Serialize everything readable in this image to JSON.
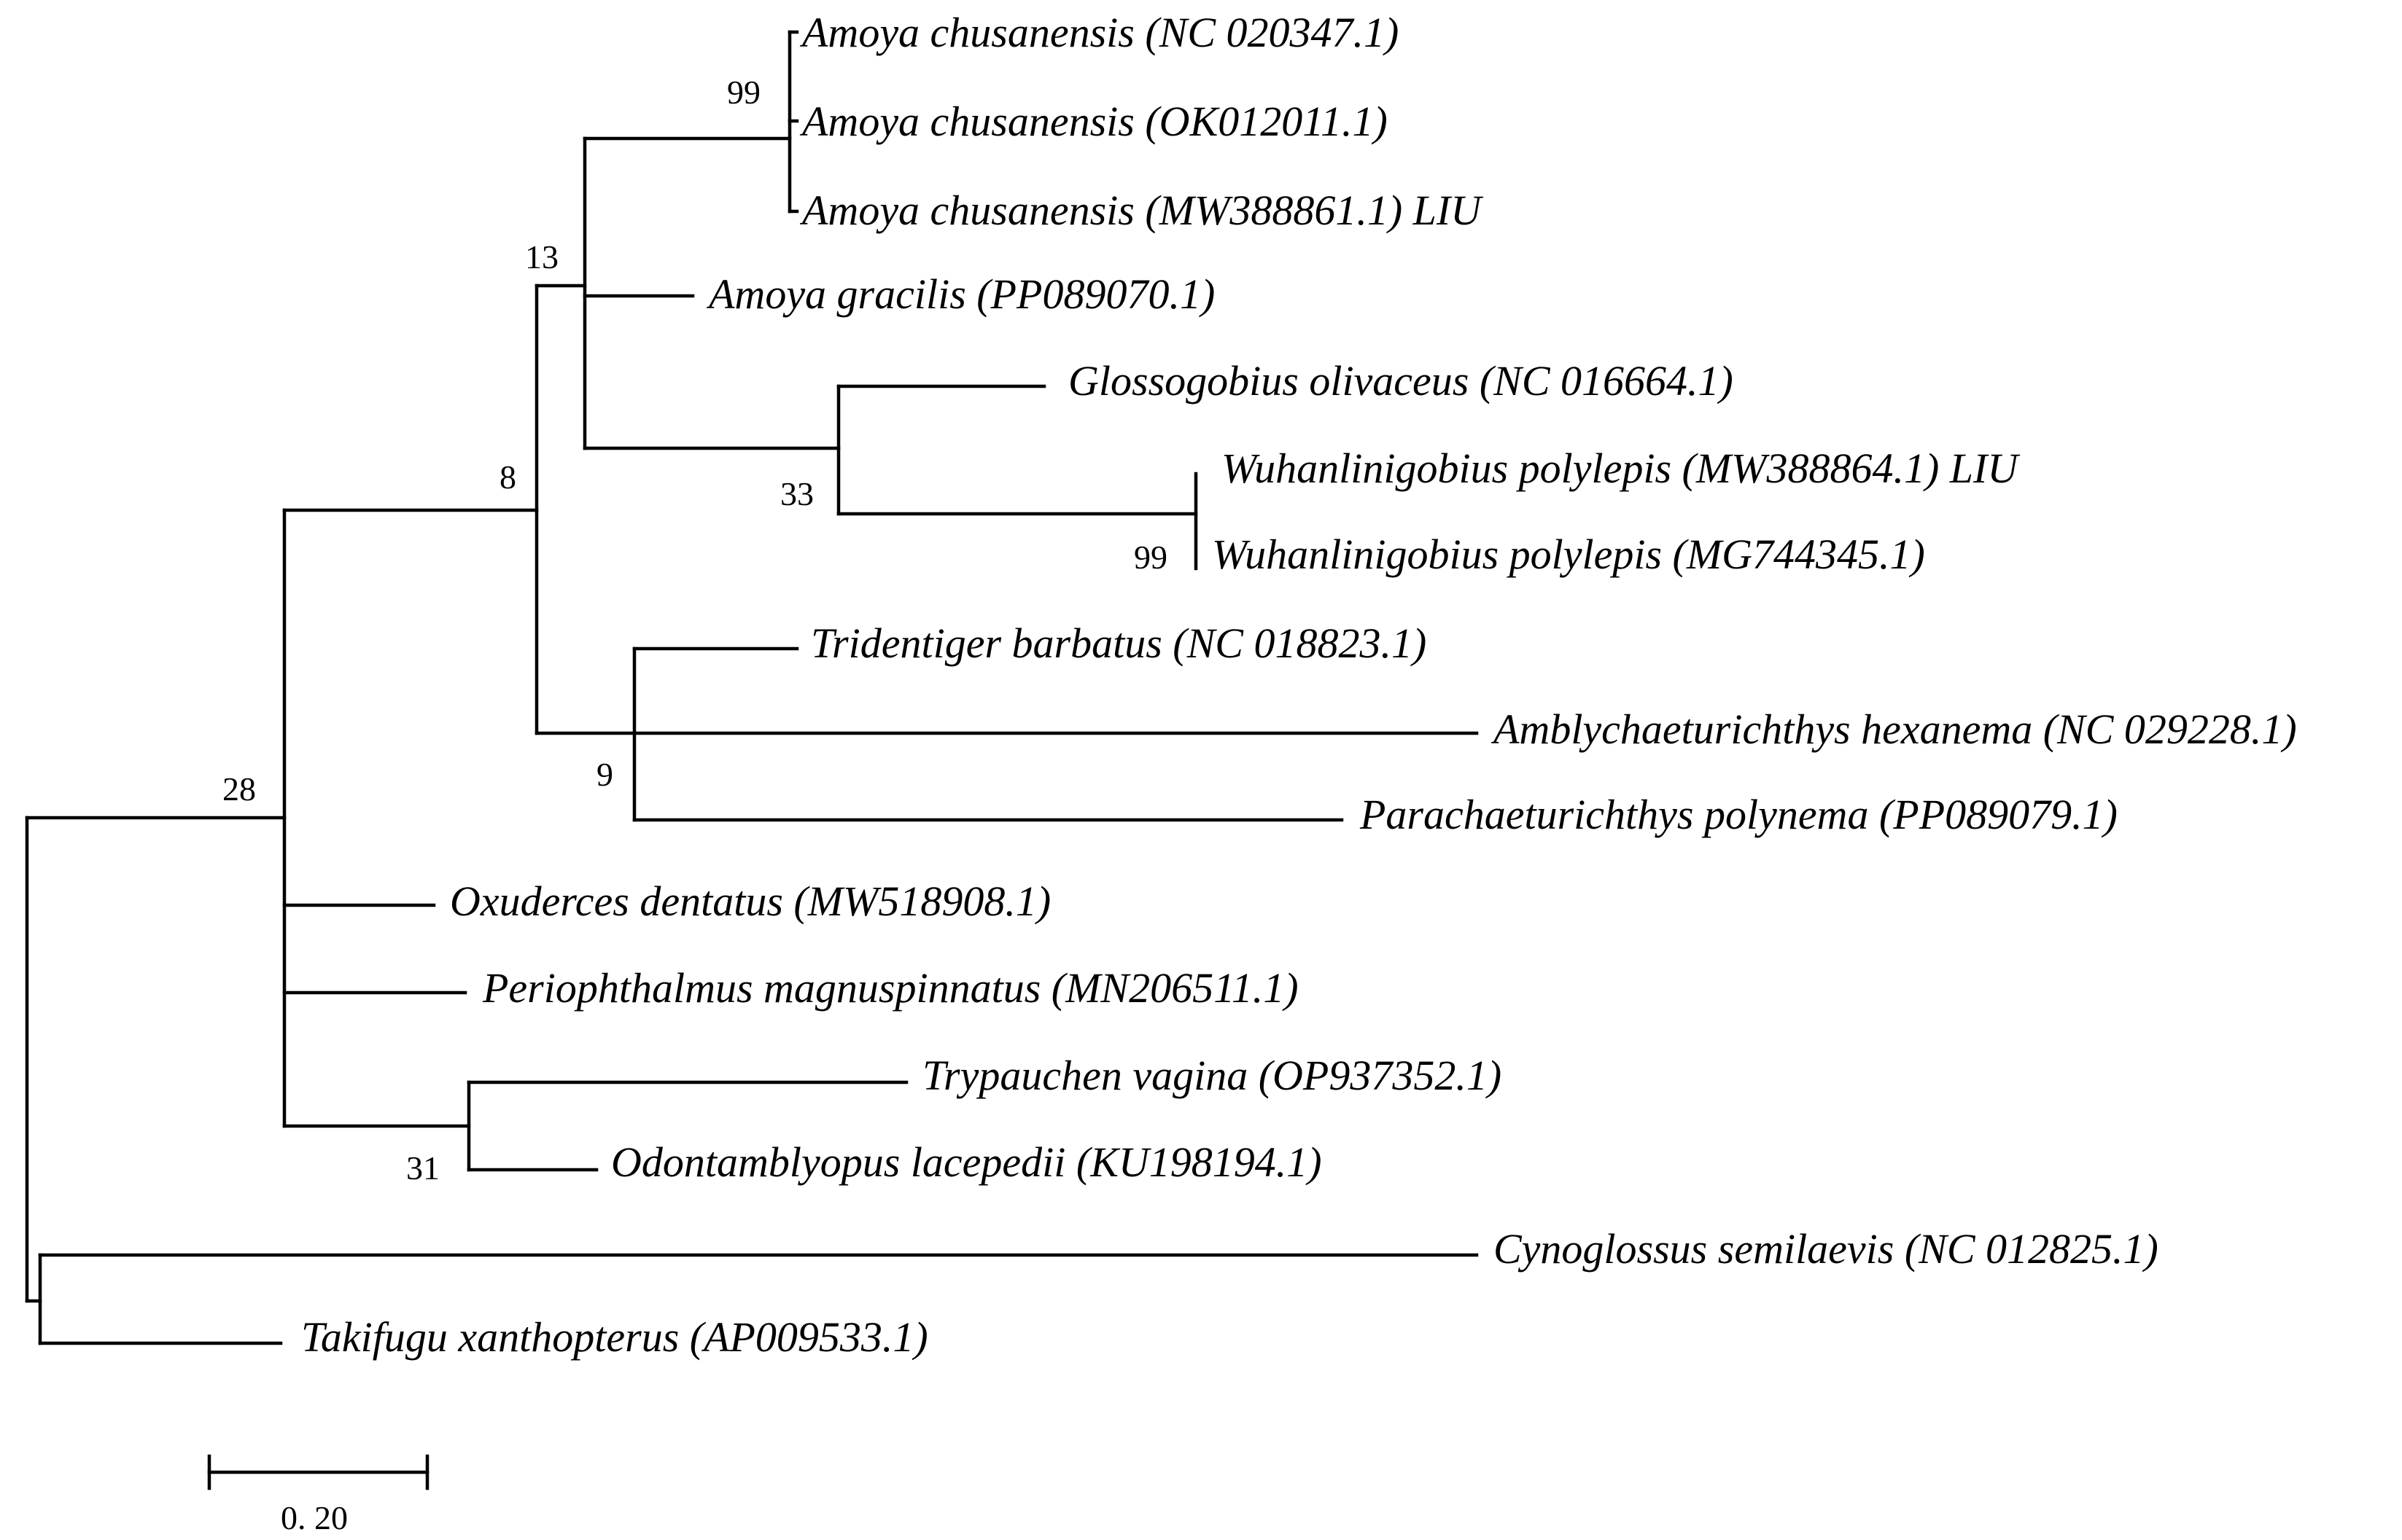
{
  "tree": {
    "taxa": [
      {
        "id": "t1",
        "label": "Amoya chusanensis (NC 020347.1)"
      },
      {
        "id": "t2",
        "label": "Amoya chusanensis (OK012011.1)"
      },
      {
        "id": "t3",
        "label": "Amoya chusanensis (MW388861.1) LIU"
      },
      {
        "id": "t4",
        "label": "Amoya gracilis (PP089070.1)"
      },
      {
        "id": "t5",
        "label": "Glossogobius olivaceus (NC 016664.1)"
      },
      {
        "id": "t6",
        "label": "Wuhanlinigobius polylepis (MW388864.1) LIU"
      },
      {
        "id": "t7",
        "label": "Wuhanlinigobius polylepis (MG744345.1)"
      },
      {
        "id": "t8",
        "label": "Tridentiger barbatus (NC 018823.1)"
      },
      {
        "id": "t9",
        "label": "Amblychaeturichthys hexanema (NC 029228.1)"
      },
      {
        "id": "t10",
        "label": "Parachaeturichthys polynema (PP089079.1)"
      },
      {
        "id": "t11",
        "label": "Oxuderces dentatus (MW518908.1)"
      },
      {
        "id": "t12",
        "label": "Periophthalmus magnuspinnatus (MN206511.1)"
      },
      {
        "id": "t13",
        "label": "Trypauchen vagina (OP937352.1)"
      },
      {
        "id": "t14",
        "label": "Odontamblyopus lacepedii (KU198194.1)"
      },
      {
        "id": "t15",
        "label": "Cynoglossus semilaevis (NC 012825.1)"
      },
      {
        "id": "t16",
        "label": "Takifugu xanthopterus (AP009533.1)"
      }
    ],
    "support_values": {
      "amoya_chusanensis_clade": "99",
      "amoya_glosso_clade": "13",
      "glosso_wuhan_clade": "33",
      "wuhanlinigobius_clade": "99",
      "gobiinae_clade": "8",
      "tridentiger_parachaeturichthys_clade": "9",
      "gobiidae_clade": "28",
      "trypauchen_odontamblyopus_clade": "31"
    },
    "scale_bar": {
      "value": 0.2,
      "label": "0. 20"
    }
  }
}
